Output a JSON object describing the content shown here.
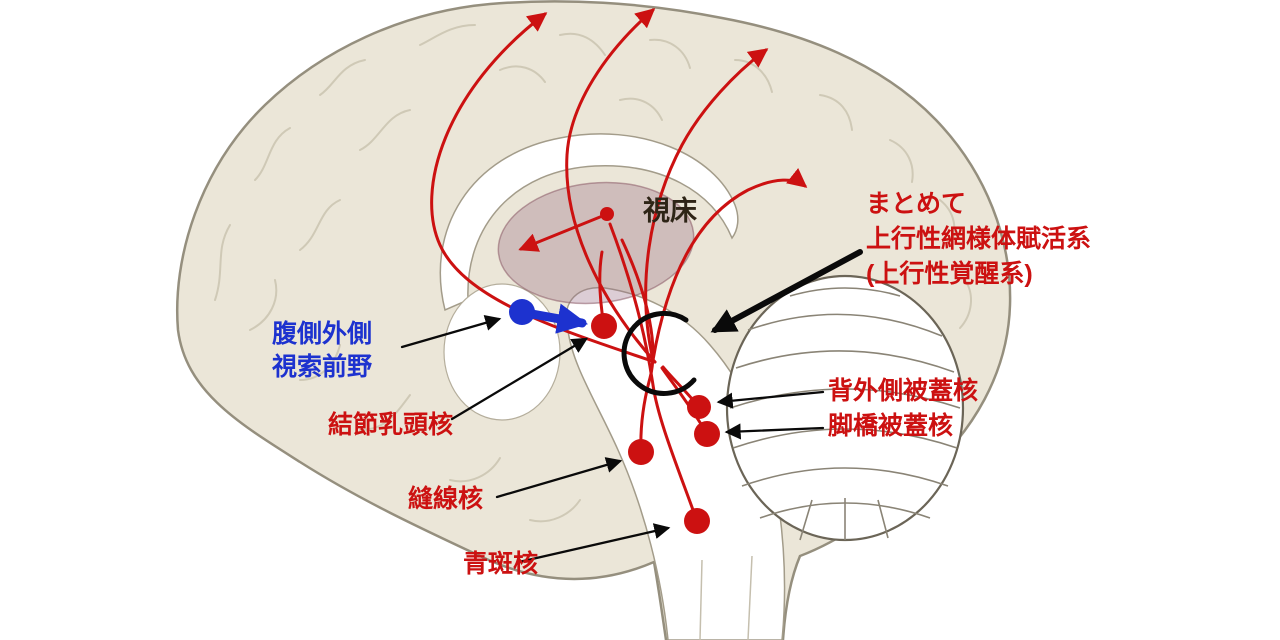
{
  "diagram": {
    "labels": {
      "thalamus": "視床",
      "summary_line1": "まとめて",
      "summary_line2": "上行性網様体賦活系",
      "summary_line3": "(上行性覚醒系)",
      "vlpo_line1": "腹側外側",
      "vlpo_line2": "視索前野",
      "tmn": "結節乳頭核",
      "ldt": "背外側被蓋核",
      "ppt": "脚橋被蓋核",
      "raphe": "縫線核",
      "lc": "青斑核"
    },
    "colors": {
      "pathway_red": "#cc1111",
      "vlpo_blue": "#1d32cf",
      "brain_fill": "#ebe6d8",
      "brain_outline": "#958f7e",
      "thalamus_fill": "#9b7086",
      "label_dark": "#2e2416",
      "annotation_black": "#000000",
      "background": "#ffffff"
    }
  }
}
